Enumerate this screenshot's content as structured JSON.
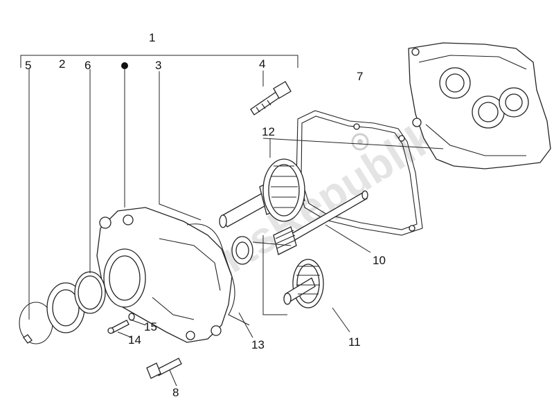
{
  "diagram": {
    "watermark": "PartsRepublik",
    "callouts": {
      "c1": "1",
      "c2": "2",
      "c3": "3",
      "c4": "4",
      "c5": "5",
      "c6": "6",
      "c7": "7",
      "c8": "8",
      "c10": "10",
      "c11": "11",
      "c12": "12",
      "c13": "13",
      "c14": "14",
      "c15": "15"
    }
  },
  "colors": {
    "line": "#222222",
    "watermark": "#cfcfcf",
    "background": "#ffffff"
  }
}
